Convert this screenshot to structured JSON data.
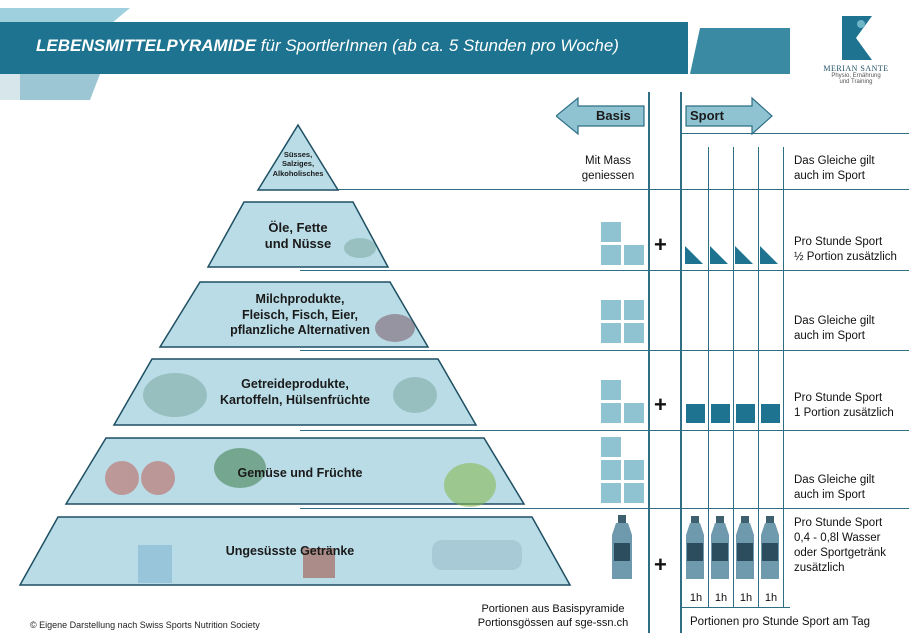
{
  "header": {
    "title_bold": "LEBENSMITTELPYRAMIDE",
    "title_rest": " für SportlerInnen (ab ca. 5 Stunden pro Woche)"
  },
  "logo": {
    "name": "MERIAN SANTE",
    "tagline_1": "Physio, Ernährung",
    "tagline_2": "und Training"
  },
  "arrows": {
    "basis": "Basis",
    "sport": "Sport"
  },
  "pyramid": {
    "levels": [
      {
        "label": "Süsses,\nSalziges,\nAlkoholisches"
      },
      {
        "label": "Öle, Fette\nund Nüsse"
      },
      {
        "label": "Milchprodukte,\nFleisch, Fisch, Eier,\npflanzliche Alternativen"
      },
      {
        "label": "Getreideprodukte,\nKartoffeln, Hülsenfrüchte"
      },
      {
        "label": "Gemüse und Früchte"
      },
      {
        "label": "Ungesüsste Getränke"
      }
    ]
  },
  "basis_column": {
    "row1_text": "Mit Mass\ngeniessen",
    "footer_line1": "Portionen aus Basispyramide",
    "footer_line2": "Portionsgössen auf sge-ssn.ch"
  },
  "sport_column": {
    "notes": [
      "Das Gleiche gilt\nauch im Sport",
      "Pro Stunde Sport\n½ Portion zusätzlich",
      "Das Gleiche gilt\nauch im Sport",
      "Pro Stunde Sport\n1 Portion zusätzlich",
      "Das Gleiche gilt\nauch im Sport",
      "Pro Stunde Sport\n0,4 - 0,8l Wasser\noder Sportgetränk\nzusätzlich"
    ],
    "hours": [
      "1h",
      "1h",
      "1h",
      "1h"
    ],
    "footer": "Portionen pro Stunde Sport am Tag"
  },
  "plus_sign": "+",
  "credit": "© Eigene Darstellung nach Swiss Sports Nutrition Society",
  "colors": {
    "teal_dark": "#1e7490",
    "teal_light": "#8fc3d2",
    "pyramid_fill": "#b9dce6",
    "pyramid_stroke": "#1e4f63"
  }
}
